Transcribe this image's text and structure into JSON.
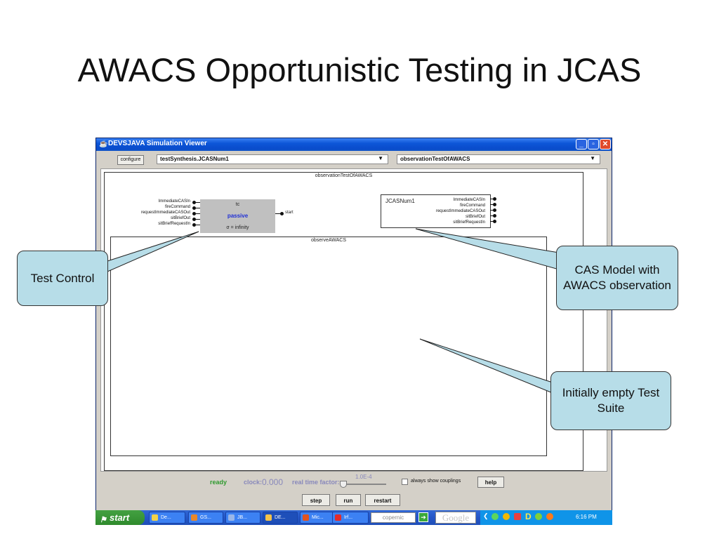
{
  "slide": {
    "title": "AWACS Opportunistic Testing in JCAS"
  },
  "window": {
    "title": "DEVSJAVA Simulation Viewer",
    "controls": {
      "minimize": "_",
      "maximize": "▫",
      "close": "✕"
    }
  },
  "toolbar": {
    "configure_label": "configure",
    "package_combo": "testSynthesis.JCASNum1",
    "model_combo": "observationTestOfAWACS"
  },
  "canvas": {
    "outer_model_label": "observationTestOfAWACS",
    "inner_model_label": "observeAWACS",
    "tc": {
      "name": "tc",
      "phase": "passive",
      "sigma": "σ = infinity",
      "inputs": [
        "ImmediateCASIn",
        "fireCommand",
        "requestImmediateCASOut",
        "sitBriefOut",
        "sitBriefRequestIn"
      ],
      "output": "start"
    },
    "jcas": {
      "name": "JCASNum1",
      "ports": [
        "ImmediateCASIn",
        "fireCommand",
        "requestImmediateCASOut",
        "sitBriefOut",
        "sitBriefRequestIn"
      ]
    }
  },
  "status": {
    "state": "ready",
    "clock_label": "clock:",
    "clock_value": "0.000",
    "rtf_label": "real time factor:",
    "rtf_value": "1.0E-4",
    "always_show_label": "always show couplings",
    "help_label": "help",
    "step_label": "step",
    "run_label": "run",
    "restart_label": "restart"
  },
  "taskbar": {
    "start_label": "start",
    "tasks": [
      "De...",
      "GS...",
      "JB...",
      "DE...",
      "Mic...",
      "Irf..."
    ],
    "search_text": "copernic",
    "google_text": "Google",
    "tray_icon": "D",
    "time": "6:16 PM"
  },
  "callouts": {
    "test_control": "Test Control",
    "cas_model": "CAS Model with AWACS observation",
    "test_suite": "Initially empty Test Suite"
  },
  "colors": {
    "accent_blue": "#0a4ccc",
    "ready_green": "#2e9a2e",
    "callout_fill": "#b7dde8",
    "tc_fill": "#c0c0c0",
    "phase_blue": "#1f2fd6"
  }
}
